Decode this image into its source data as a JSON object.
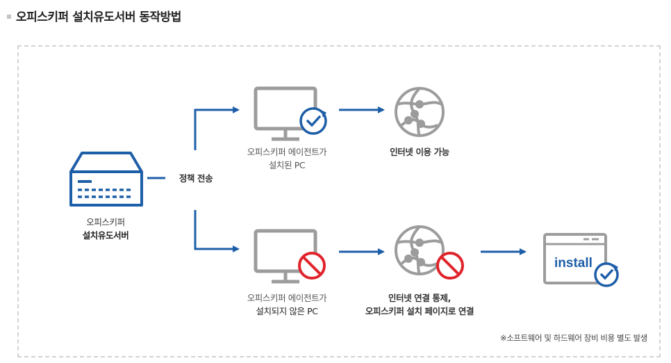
{
  "title": "오피스키퍼 설치유도서버 동작방법",
  "server": {
    "line1": "오피스키퍼",
    "line2": "설치유도서버"
  },
  "policy_label": "정책 전송",
  "top_pc": {
    "line1": "오피스키퍼 에이전트가",
    "line2": "설치된 PC"
  },
  "top_result": "인터넷 이용 가능",
  "bottom_pc": {
    "line1": "오피스키퍼 에이전트가",
    "line2": "설치되지 않은 PC"
  },
  "bottom_result": {
    "line1": "인터넷 연결 통제,",
    "line2": "오피스키퍼 설치 페이지로 연결"
  },
  "install_text": "install",
  "note": "※소프트웨어 및 하드웨어 장비 비용 별도 발생",
  "colors": {
    "blue": "#1d5ea8",
    "gray": "#9c9c9c",
    "red": "#e0242b",
    "frame": "#d3d3d3"
  }
}
